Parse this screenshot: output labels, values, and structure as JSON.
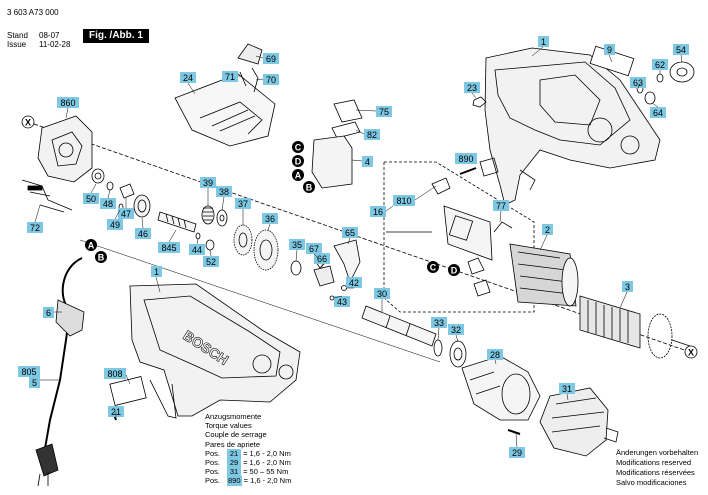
{
  "header": {
    "doc_number": "3 603 A73 000",
    "stand_label": "Stand",
    "stand_value": "08-07",
    "issue_label": "Issue",
    "issue_value": "11-02-28",
    "figure_label": "Fig. /Abb. 1"
  },
  "colors": {
    "label_fill": "#7ec8e3",
    "line": "#000000",
    "housing_fill": "#f2f2f2"
  },
  "part_labels": [
    {
      "id": "p1a",
      "text": "1"
    },
    {
      "id": "p9",
      "text": "9"
    },
    {
      "id": "p54",
      "text": "54"
    },
    {
      "id": "p62",
      "text": "62"
    },
    {
      "id": "p63",
      "text": "63"
    },
    {
      "id": "p64",
      "text": "64"
    },
    {
      "id": "p23",
      "text": "23"
    },
    {
      "id": "p69",
      "text": "69"
    },
    {
      "id": "p71",
      "text": "71"
    },
    {
      "id": "p70",
      "text": "70"
    },
    {
      "id": "p24",
      "text": "24"
    },
    {
      "id": "p75",
      "text": "75"
    },
    {
      "id": "p82",
      "text": "82"
    },
    {
      "id": "p4",
      "text": "4"
    },
    {
      "id": "p890a",
      "text": "890"
    },
    {
      "id": "p860",
      "text": "860"
    },
    {
      "id": "p50",
      "text": "50"
    },
    {
      "id": "p48",
      "text": "48"
    },
    {
      "id": "p47",
      "text": "47"
    },
    {
      "id": "p49",
      "text": "49"
    },
    {
      "id": "p46",
      "text": "46"
    },
    {
      "id": "p72",
      "text": "72"
    },
    {
      "id": "p39",
      "text": "39"
    },
    {
      "id": "p38",
      "text": "38"
    },
    {
      "id": "p37",
      "text": "37"
    },
    {
      "id": "p36",
      "text": "36"
    },
    {
      "id": "p845",
      "text": "845"
    },
    {
      "id": "p44",
      "text": "44"
    },
    {
      "id": "p52",
      "text": "52"
    },
    {
      "id": "p35",
      "text": "35"
    },
    {
      "id": "p67",
      "text": "67"
    },
    {
      "id": "p66",
      "text": "66"
    },
    {
      "id": "p65",
      "text": "65"
    },
    {
      "id": "p42",
      "text": "42"
    },
    {
      "id": "p43",
      "text": "43"
    },
    {
      "id": "p30",
      "text": "30"
    },
    {
      "id": "p810",
      "text": "810"
    },
    {
      "id": "p16",
      "text": "16"
    },
    {
      "id": "p77",
      "text": "77"
    },
    {
      "id": "p2",
      "text": "2"
    },
    {
      "id": "p3",
      "text": "3"
    },
    {
      "id": "p33",
      "text": "33"
    },
    {
      "id": "p32",
      "text": "32"
    },
    {
      "id": "p28",
      "text": "28"
    },
    {
      "id": "p31",
      "text": "31"
    },
    {
      "id": "p29",
      "text": "29"
    },
    {
      "id": "p1b",
      "text": "1"
    },
    {
      "id": "p808",
      "text": "808"
    },
    {
      "id": "p21",
      "text": "21"
    },
    {
      "id": "p6",
      "text": "6"
    },
    {
      "id": "p805",
      "text": "805"
    },
    {
      "id": "p5",
      "text": "5"
    }
  ],
  "circle_markers": [
    {
      "id": "xl",
      "text": "X"
    },
    {
      "id": "xr",
      "text": "X"
    },
    {
      "id": "c1",
      "text": "C"
    },
    {
      "id": "d1",
      "text": "D"
    },
    {
      "id": "a1",
      "text": "A"
    },
    {
      "id": "b1",
      "text": "B"
    },
    {
      "id": "a2",
      "text": "A"
    },
    {
      "id": "b2",
      "text": "B"
    },
    {
      "id": "c2",
      "text": "C"
    },
    {
      "id": "d2",
      "text": "D"
    }
  ],
  "brand_text": "BOSCH",
  "torque": {
    "titles": [
      "Anzugsmomente",
      "Torque values",
      "Couple de serrage",
      "Pares de apriete"
    ],
    "rows": [
      {
        "pos": "Pos.",
        "num": "21",
        "value": "= 1,6 - 2,0 Nm"
      },
      {
        "pos": "Pos.",
        "num": "29",
        "value": "= 1,6 - 2,0 Nm"
      },
      {
        "pos": "Pos.",
        "num": "31",
        "value": "= 50 – 55 Nm"
      },
      {
        "pos": "Pos.",
        "num": "890",
        "value": "= 1,6 - 2,0 Nm"
      }
    ]
  },
  "notes": [
    "Änderungen vorbehalten",
    "Modifications reserved",
    "Modifications réservées",
    "Salvo modificaciones"
  ]
}
